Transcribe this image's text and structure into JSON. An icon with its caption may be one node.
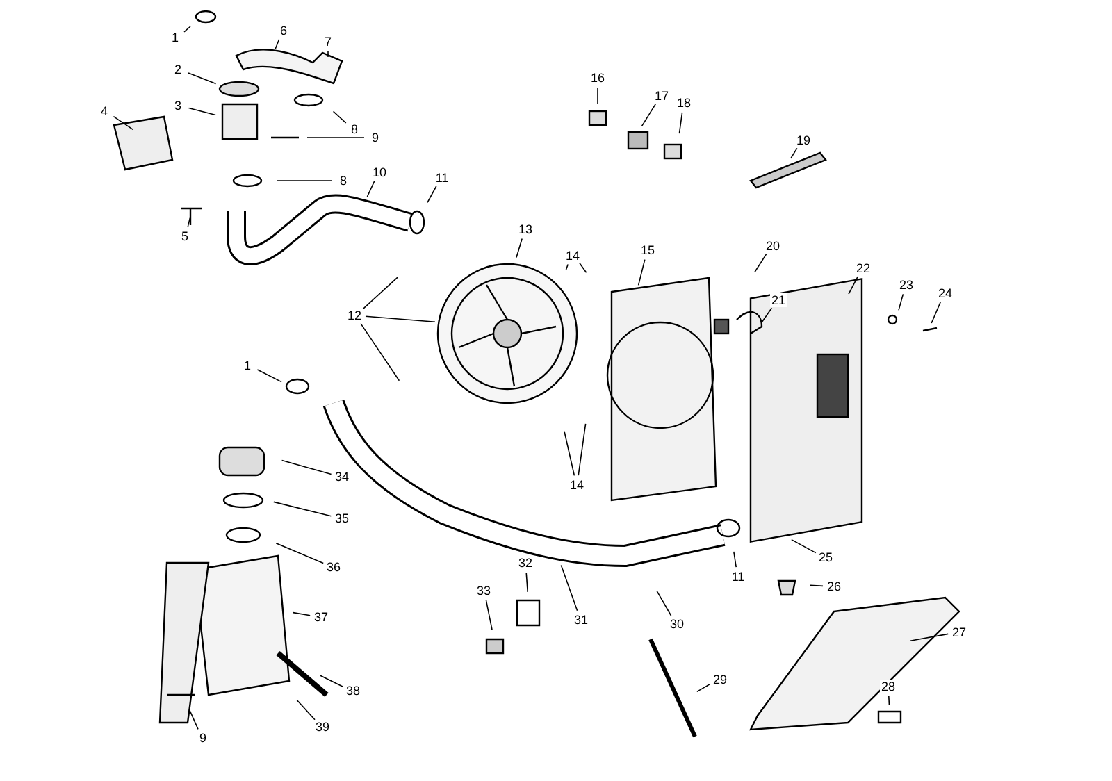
{
  "diagram": {
    "nodes": [
      {
        "text": [
          "1"
        ]
      },
      {
        "text": [
          "6"
        ]
      },
      {
        "text": [
          "7"
        ]
      },
      {
        "text": [
          "2"
        ]
      },
      {
        "text": [
          "8"
        ]
      },
      {
        "text": [
          "3"
        ]
      },
      {
        "text": [
          "9"
        ]
      },
      {
        "text": [
          "4"
        ]
      },
      {
        "text": [
          "8"
        ]
      },
      {
        "text": [
          "5"
        ]
      },
      {
        "text": [
          "10"
        ]
      },
      {
        "text": [
          "11"
        ]
      },
      {
        "text": [
          "16"
        ]
      },
      {
        "text": [
          "17"
        ]
      },
      {
        "text": [
          "18"
        ]
      },
      {
        "text": [
          "19"
        ]
      },
      {
        "text": [
          "20"
        ]
      },
      {
        "text": [
          "12"
        ]
      },
      {
        "text": [
          "13"
        ]
      },
      {
        "text": [
          "14"
        ]
      },
      {
        "text": [
          "15"
        ]
      },
      {
        "text": [
          "21"
        ]
      },
      {
        "text": [
          "22"
        ]
      },
      {
        "text": [
          "23"
        ]
      },
      {
        "text": [
          "24"
        ]
      },
      {
        "text": [
          "1"
        ]
      },
      {
        "text": [
          "14"
        ]
      },
      {
        "text": [
          "34"
        ]
      },
      {
        "text": [
          "35"
        ]
      },
      {
        "text": [
          "36"
        ]
      },
      {
        "text": [
          "37"
        ]
      },
      {
        "text": [
          "25"
        ]
      },
      {
        "text": [
          "11"
        ]
      },
      {
        "text": [
          "26"
        ]
      },
      {
        "text": [
          "33"
        ]
      },
      {
        "text": [
          "32"
        ]
      },
      {
        "text": [
          "31"
        ]
      },
      {
        "text": [
          "30"
        ]
      },
      {
        "text": [
          "27"
        ]
      },
      {
        "text": [
          "29"
        ]
      },
      {
        "text": [
          "38"
        ]
      },
      {
        "text": [
          "39"
        ]
      },
      {
        "text": [
          "9"
        ]
      },
      {
        "text": [
          "28"
        ]
      }
    ],
    "edges": [
      {
        "from": 0,
        "to": null,
        "arrow": "none"
      },
      {
        "from": 1,
        "to": null,
        "arrow": "none"
      },
      {
        "from": 2,
        "to": null,
        "arrow": "none"
      },
      {
        "from": 3,
        "to": null,
        "arrow": "none"
      },
      {
        "from": 4,
        "to": null,
        "arrow": "none"
      },
      {
        "from": 5,
        "to": null,
        "arrow": "none"
      },
      {
        "from": 6,
        "to": null,
        "arrow": "none"
      },
      {
        "from": 7,
        "to": null,
        "arrow": "none"
      },
      {
        "from": 8,
        "to": null,
        "arrow": "none"
      },
      {
        "from": 9,
        "to": null,
        "arrow": "none"
      },
      {
        "from": 10,
        "to": null,
        "arrow": "none"
      },
      {
        "from": 11,
        "to": null,
        "arrow": "none"
      },
      {
        "from": 12,
        "to": null,
        "arrow": "none"
      },
      {
        "from": 13,
        "to": null,
        "arrow": "none"
      },
      {
        "from": 14,
        "to": null,
        "arrow": "none"
      },
      {
        "from": 15,
        "to": null,
        "arrow": "none"
      },
      {
        "from": 16,
        "to": null,
        "arrow": "none"
      },
      {
        "from": 17,
        "to": null,
        "arrow": "none"
      },
      {
        "from": 17,
        "to": null,
        "arrow": "none"
      },
      {
        "from": 17,
        "to": null,
        "arrow": "none"
      },
      {
        "from": 18,
        "to": null,
        "arrow": "none"
      },
      {
        "from": 19,
        "to": null,
        "arrow": "none"
      },
      {
        "from": 19,
        "to": null,
        "arrow": "none"
      },
      {
        "from": 20,
        "to": null,
        "arrow": "none"
      },
      {
        "from": 21,
        "to": null,
        "arrow": "none"
      },
      {
        "from": 22,
        "to": null,
        "arrow": "none"
      },
      {
        "from": 23,
        "to": null,
        "arrow": "none"
      },
      {
        "from": 24,
        "to": null,
        "arrow": "none"
      },
      {
        "from": 25,
        "to": null,
        "arrow": "none"
      },
      {
        "from": 26,
        "to": null,
        "arrow": "none"
      },
      {
        "from": 26,
        "to": null,
        "arrow": "none"
      },
      {
        "from": 27,
        "to": null,
        "arrow": "none"
      },
      {
        "from": 28,
        "to": null,
        "arrow": "none"
      },
      {
        "from": 29,
        "to": null,
        "arrow": "none"
      },
      {
        "from": 30,
        "to": null,
        "arrow": "none"
      },
      {
        "from": 31,
        "to": null,
        "arrow": "none"
      },
      {
        "from": 32,
        "to": null,
        "arrow": "none"
      },
      {
        "from": 33,
        "to": null,
        "arrow": "none"
      },
      {
        "from": 34,
        "to": null,
        "arrow": "none"
      },
      {
        "from": 35,
        "to": null,
        "arrow": "none"
      },
      {
        "from": 36,
        "to": null,
        "arrow": "none"
      },
      {
        "from": 37,
        "to": null,
        "arrow": "none"
      },
      {
        "from": 38,
        "to": null,
        "arrow": "none"
      },
      {
        "from": 39,
        "to": null,
        "arrow": "none"
      },
      {
        "from": 40,
        "to": null,
        "arrow": "none"
      },
      {
        "from": 41,
        "to": null,
        "arrow": "none"
      },
      {
        "from": 42,
        "to": null,
        "arrow": "none"
      },
      {
        "from": 43,
        "to": null,
        "arrow": "none"
      }
    ]
  }
}
